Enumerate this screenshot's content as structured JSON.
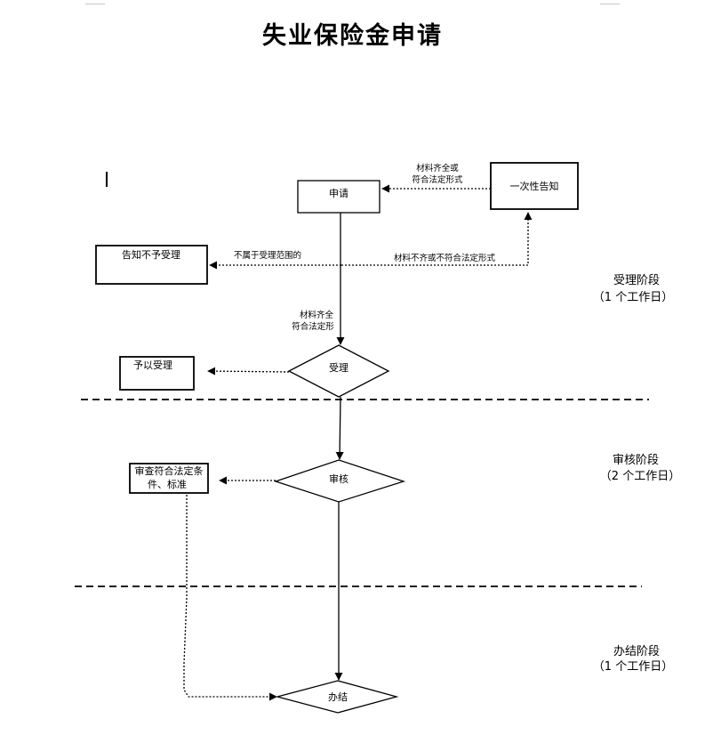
{
  "title": "失业保险金申请",
  "nodes": {
    "apply": "申请",
    "one_time_notice": "一次性告知",
    "notify_reject": "告知不予受理",
    "accept_decision": "受理",
    "grant_accept": "予以受理",
    "review_decision": "审核",
    "review_result_line1": "审查符合法定条",
    "review_result_line2": "件、标准",
    "conclude": "办结"
  },
  "edges": {
    "materials_complete_or_1": "材料齐全或",
    "materials_complete_or_2": "符合法定形式",
    "materials_incomplete": "材料不齐或不符合法定形式",
    "out_of_scope": "不属于受理范围的",
    "materials_complete_1": "材料齐全",
    "materials_complete_2": "符合法定形"
  },
  "stages": [
    {
      "name": "受理阶段",
      "days": "（1 个工作日）"
    },
    {
      "name": "审核阶段",
      "days": "（2 个工作日）"
    },
    {
      "name": "办结阶段",
      "days": "（1 个工作日）"
    }
  ]
}
